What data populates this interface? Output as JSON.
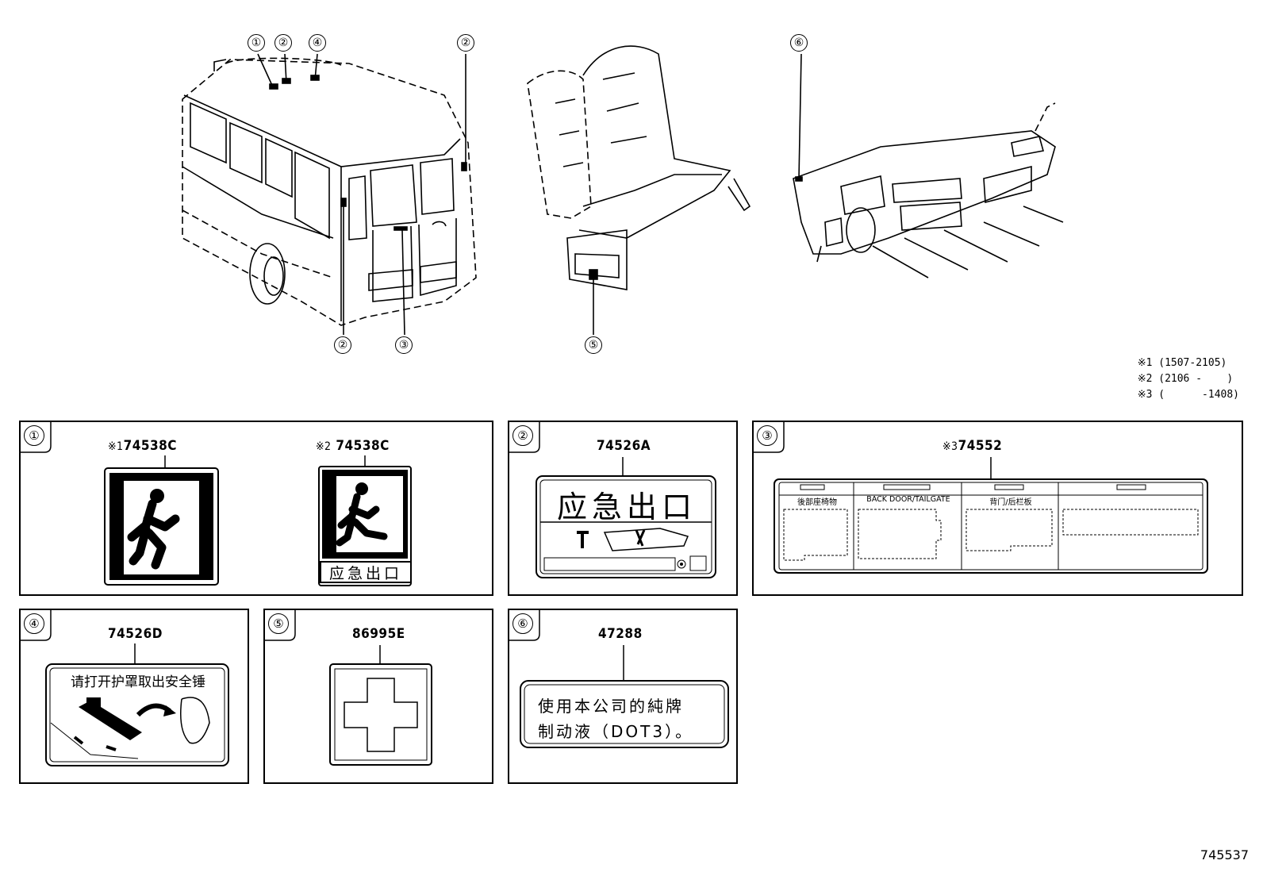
{
  "callouts": {
    "top1": "①",
    "top2": "②",
    "top4": "④",
    "rear2a": "②",
    "rear2b": "②",
    "back3": "③",
    "seat5": "⑤",
    "dash6": "⑥"
  },
  "notes": [
    "※1 (1507-2105)",
    "※2 (2106 -    )",
    "※3 (      -1408)"
  ],
  "panels": [
    {
      "num": "①",
      "labels": [
        {
          "mark": "※1",
          "part": "74538C"
        },
        {
          "mark": "※2",
          "part": " 74538C"
        }
      ],
      "sign_text": "应急出口"
    },
    {
      "num": "②",
      "part": "74526A",
      "sign_text": "应急出口"
    },
    {
      "num": "③",
      "mark": "※3",
      "part": "74552",
      "columns": [
        "後部座椅物",
        "BACK DOOR/TAILGATE",
        "背门/后栏板",
        ""
      ]
    },
    {
      "num": "④",
      "part": "74526D",
      "sign_text": "请打开护罩取出安全锤"
    },
    {
      "num": "⑤",
      "part": "86995E"
    },
    {
      "num": "⑥",
      "part": "47288",
      "line1": "使用本公司的純牌",
      "line2": "制动液（DOT3）。"
    }
  ],
  "ref_number": "745537"
}
